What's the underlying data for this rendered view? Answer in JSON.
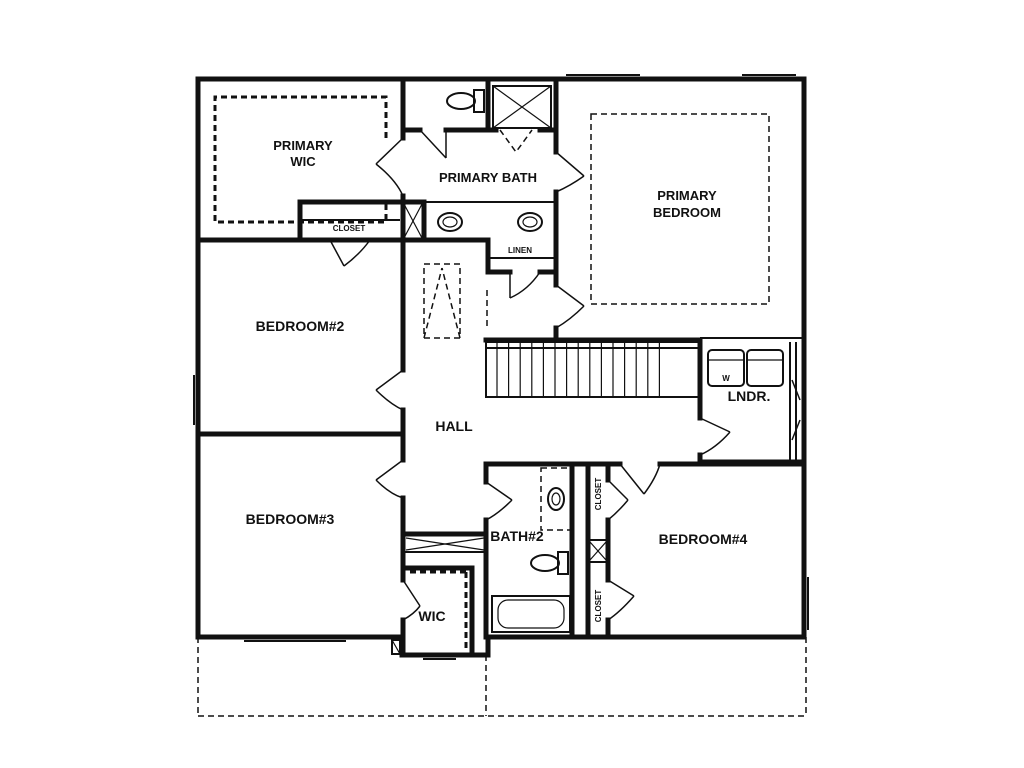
{
  "rooms": {
    "primary_wic": [
      "PRIMARY",
      "WIC"
    ],
    "primary_bath": "PRIMARY BATH",
    "primary_bedroom": [
      "PRIMARY",
      "BEDROOM"
    ],
    "closet_top": "CLOSET",
    "linen": "LINEN",
    "bedroom2": "BEDROOM#2",
    "hall": "HALL",
    "laundry": "LNDR.",
    "washer": "W",
    "bedroom3": "BEDROOM#3",
    "bath2": "BATH#2",
    "closet_bath_a": "CLOSET",
    "closet_bath_b": "CLOSET",
    "bedroom4": "BEDROOM#4",
    "wic": "WIC"
  }
}
